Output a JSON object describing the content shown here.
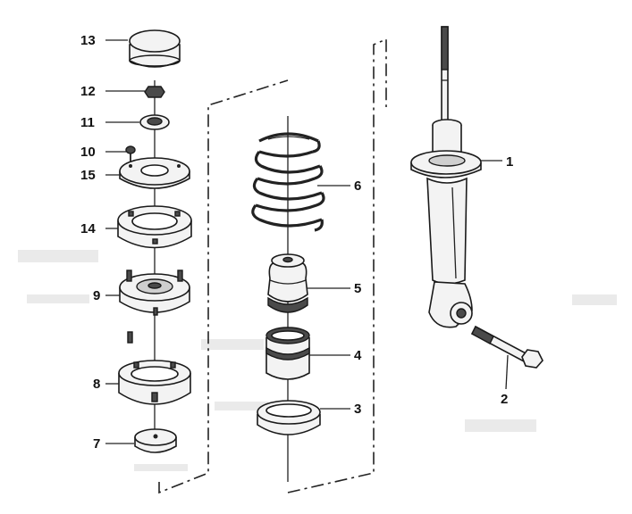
{
  "labels": {
    "p1": "1",
    "p2": "2",
    "p3": "3",
    "p4": "4",
    "p5": "5",
    "p6": "6",
    "p7": "7",
    "p8": "8",
    "p9": "9",
    "p10": "10",
    "p11": "11",
    "p12": "12",
    "p13": "13",
    "p14": "14",
    "p15": "15"
  },
  "colors": {
    "line": "#222222",
    "background": "#ffffff",
    "shade": "#4a4a4a"
  }
}
